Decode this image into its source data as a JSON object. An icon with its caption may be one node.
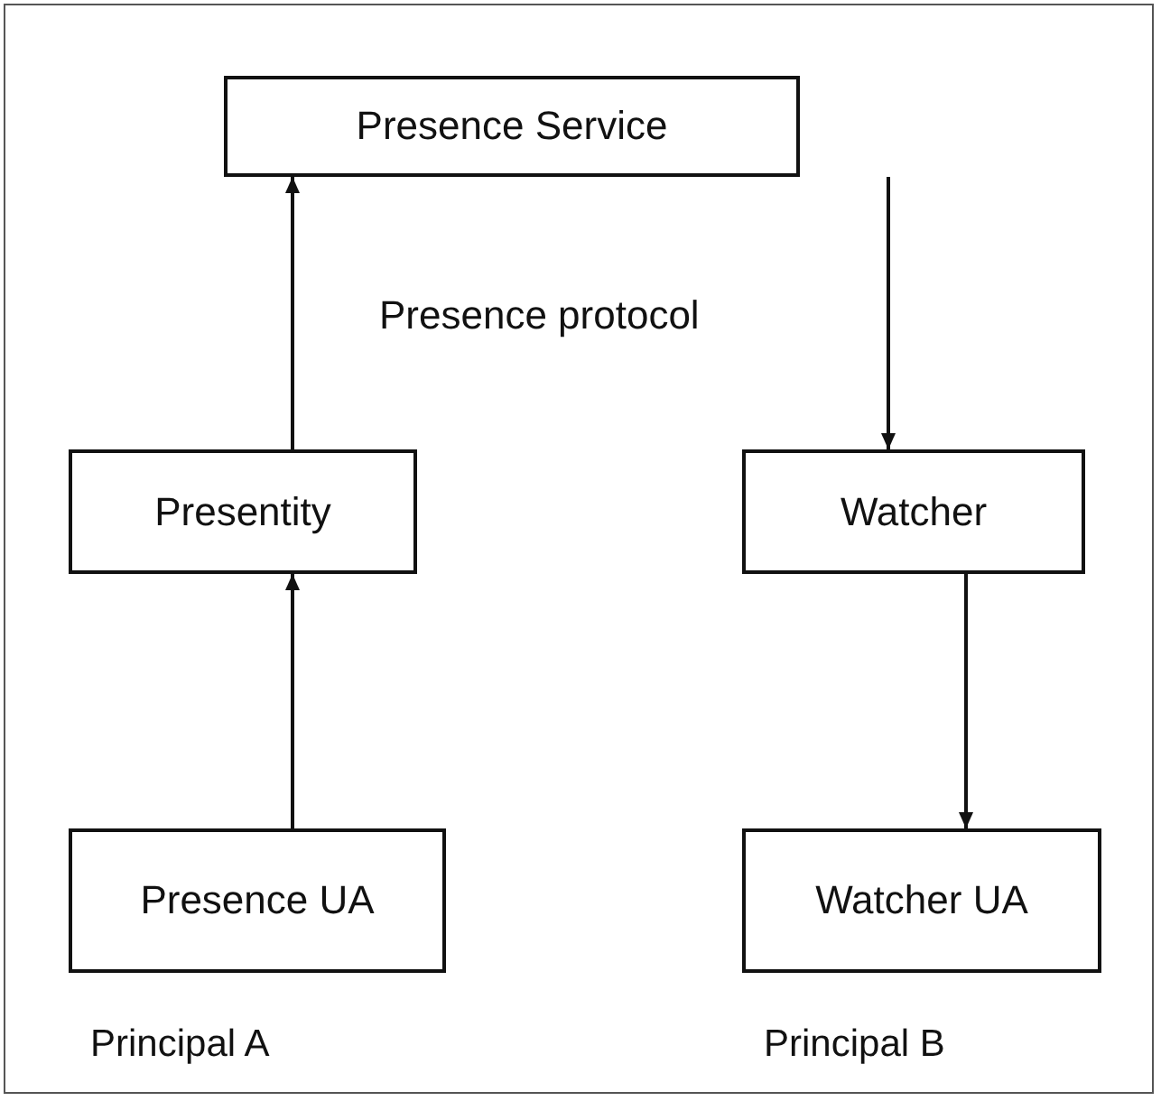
{
  "diagram": {
    "nodes": [
      {
        "text": [
          "Presence Service"
        ]
      },
      {
        "text": [
          "Presentity"
        ]
      },
      {
        "text": [
          "Watcher"
        ]
      },
      {
        "text": [
          "Presence UA"
        ],
        "beside": [
          "Principal A"
        ]
      },
      {
        "text": [
          "Watcher UA"
        ],
        "beside": [
          "Principal B"
        ]
      }
    ],
    "edges": [
      {
        "from": 1,
        "to": 0,
        "arrow": "to"
      },
      {
        "from": 0,
        "to": 2,
        "arrow": "to"
      },
      {
        "from": 3,
        "to": 1,
        "arrow": "to"
      },
      {
        "from": 2,
        "to": 4,
        "arrow": "to"
      }
    ],
    "labels": [
      "Presence protocol"
    ]
  }
}
